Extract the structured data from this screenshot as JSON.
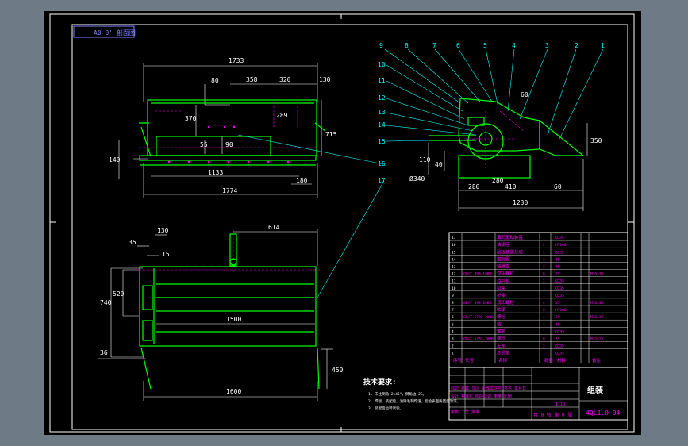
{
  "corner_label": "A0-0' 剖面图",
  "front_view": {
    "dims": [
      "1733",
      "80",
      "358",
      "320",
      "130",
      "370",
      "289",
      "715",
      "55",
      "90",
      "140",
      "1133",
      "180",
      "1774"
    ]
  },
  "side_view": {
    "callouts": [
      "9",
      "8",
      "7",
      "6",
      "5",
      "4",
      "3",
      "2",
      "1",
      "10",
      "11",
      "12",
      "13",
      "14",
      "15",
      "16",
      "17"
    ],
    "dims": [
      "350",
      "110",
      "40",
      "Ø340",
      "280",
      "280",
      "410",
      "60",
      "1230",
      "60"
    ]
  },
  "top_view": {
    "dims": [
      "130",
      "614",
      "35",
      "15",
      "740",
      "520",
      "1500",
      "36",
      "450",
      "1600"
    ]
  },
  "tech_notes": {
    "title": "技术要求:",
    "lines": [
      "1. 未注倒角 2×45°，倒角边 2C。",
      "2. 焊接、装配后，清除毛刺焊渣，检验表面质量后涂漆。",
      "3. 装配后运转试验。"
    ]
  },
  "parts_table": {
    "rows": [
      {
        "no": "17",
        "code": "",
        "name": "滚筒驱动装置",
        "qty": "1",
        "mat": "Q235",
        "note": ""
      },
      {
        "no": "16",
        "code": "",
        "name": "轴承座",
        "qty": "2",
        "mat": "HT200",
        "note": ""
      },
      {
        "no": "15",
        "code": "",
        "name": "刮板装置总成",
        "qty": "1",
        "mat": "Q235",
        "note": ""
      },
      {
        "no": "14",
        "code": "",
        "name": "密封圈",
        "qty": "2",
        "mat": "45",
        "note": ""
      },
      {
        "no": "13",
        "code": "",
        "name": "轴端盖",
        "qty": "2",
        "mat": "45",
        "note": ""
      },
      {
        "no": "12",
        "code": "GB/T 898-1988",
        "name": "双头螺柱",
        "qty": "8",
        "mat": "35",
        "note": "M16×30"
      },
      {
        "no": "11",
        "code": "",
        "name": "挡料板",
        "qty": "2",
        "mat": "Q235",
        "note": ""
      },
      {
        "no": "10",
        "code": "",
        "name": "机架",
        "qty": "1",
        "mat": "Q235",
        "note": ""
      },
      {
        "no": "9",
        "code": "",
        "name": "护罩",
        "qty": "1",
        "mat": "Q235",
        "note": ""
      },
      {
        "no": "8",
        "code": "GB/T 898-1988",
        "name": "双头螺柱",
        "qty": "4",
        "mat": "35",
        "note": "M16×30"
      },
      {
        "no": "7",
        "code": "",
        "name": "轴承",
        "qty": "2",
        "mat": "HT200",
        "note": ""
      },
      {
        "no": "6",
        "code": "GB/T 5783-2000",
        "name": "螺栓",
        "qty": "4",
        "mat": "35",
        "note": "M16×30"
      },
      {
        "no": "5",
        "code": "",
        "name": "轴",
        "qty": "1",
        "mat": "45",
        "note": ""
      },
      {
        "no": "4",
        "code": "",
        "name": "滚筒",
        "qty": "1",
        "mat": "Q235",
        "note": ""
      },
      {
        "no": "3",
        "code": "GB/T 5783-2000",
        "name": "螺栓",
        "qty": "8",
        "mat": "35",
        "note": "M12×25"
      },
      {
        "no": "2",
        "code": "",
        "name": "支架",
        "qty": "2",
        "mat": "Q235",
        "note": ""
      },
      {
        "no": "1",
        "code": "",
        "name": "总机架",
        "qty": "1",
        "mat": "Q235",
        "note": ""
      }
    ],
    "header": [
      "序号",
      "代号",
      "名称",
      "数量",
      "材料",
      "备注"
    ]
  },
  "title_block": {
    "name": "组装",
    "drawing_no": "4QL1.0-04",
    "sheet": "共 0 张 第 0 张",
    "scale_row": "标记 处数 分区 更改文件号 签名 年月日",
    "design_row": "设计 标准化 阶段标记 重量 比例",
    "scale": "1:10",
    "review_row": "审核 工艺 批准"
  },
  "colors": {
    "sheet_bg": "#000000",
    "outer_bg": "#6e7a86",
    "frame": "#ffffff",
    "outline": "#00ff00",
    "dimension": "#ffffff",
    "callout": "#00ffff",
    "center": "#ff00ff",
    "label_box": "#8080ff",
    "note": "#ffffff"
  }
}
